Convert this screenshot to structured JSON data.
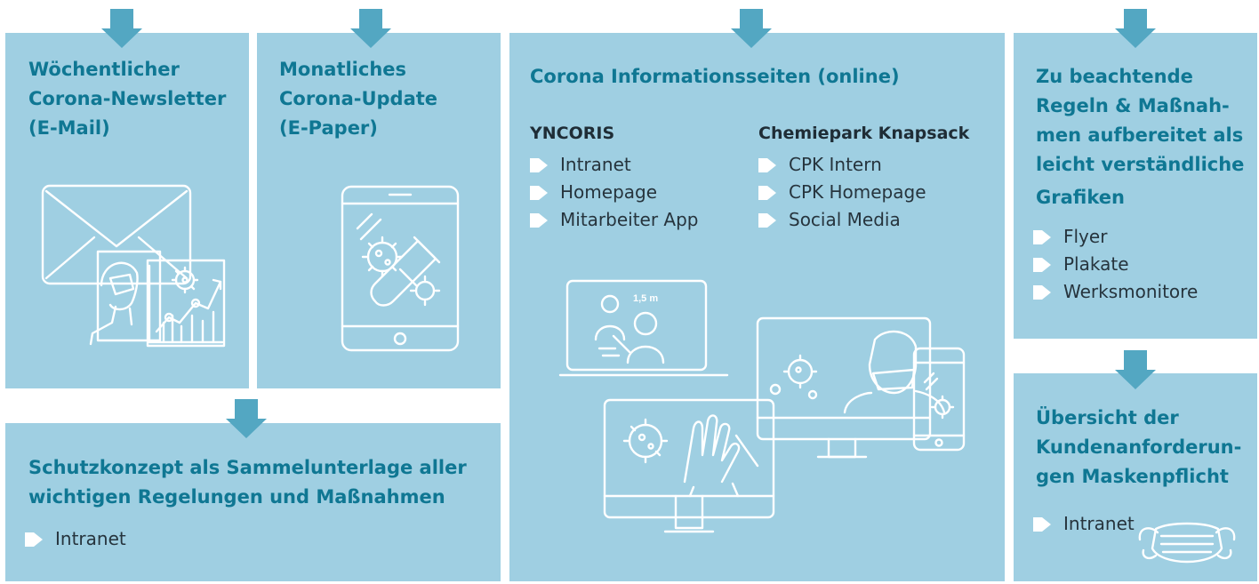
{
  "colors": {
    "panel": "#9fcfe2",
    "arrow": "#53a7c2",
    "title": "#0f7793",
    "bullet": "#ffffff"
  },
  "newsletter": {
    "title_lines": [
      "Wöchentlicher",
      "Corona-Newsletter",
      "(E-Mail)"
    ],
    "icon": "envelope-mask-chart-illustration"
  },
  "update": {
    "title_lines": [
      "Monatliches",
      "Corona-Update",
      "(E-Paper)"
    ],
    "icon": "tablet-virus-testtube-illustration"
  },
  "info": {
    "title": "Corona Informationsseiten (online)",
    "yncoris": {
      "heading": "YNCORIS",
      "items": [
        "Intranet",
        "Homepage",
        "Mitarbeiter App"
      ]
    },
    "chemiepark": {
      "heading": "Chemiepark Knapsack",
      "items": [
        "CPK Intern",
        "CPK Homepage",
        "Social Media"
      ]
    },
    "distance_label": "1,5 m",
    "icon": "devices-illustration"
  },
  "rules": {
    "title_lines": [
      "Zu beachtende",
      "Regeln & Maßnah-",
      "men aufbereitet als",
      "leicht verständliche",
      "Grafiken"
    ],
    "items": [
      "Flyer",
      "Plakate",
      "Werksmonitore"
    ]
  },
  "schutz": {
    "title_lines": [
      "Schutzkonzept als Sammelunterlage aller",
      "wichtigen Regelungen und Maßnahmen"
    ],
    "items": [
      "Intranet"
    ]
  },
  "kunden": {
    "title_lines": [
      "Übersicht der",
      "Kundenanforderun-",
      "gen Maskenpflicht"
    ],
    "items": [
      "Intranet"
    ],
    "icon": "face-mask-illustration"
  }
}
